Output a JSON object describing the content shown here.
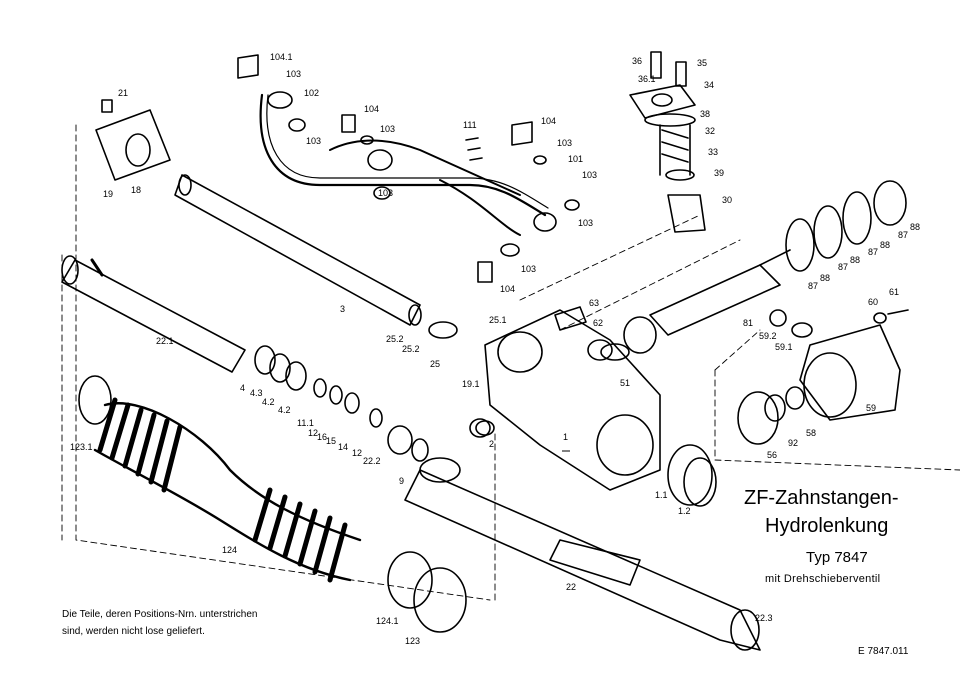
{
  "title": {
    "line1": "ZF-Zahnstangen-",
    "line2": "Hydrolenkung",
    "type": "Typ 7847",
    "subtitle": "mit Drehschieberventil"
  },
  "note": {
    "line1": "Die Teile, deren Positions-Nrn. unterstrichen",
    "line2": "sind, werden nicht lose geliefert."
  },
  "doc_number": "E  7847.011",
  "parts": [
    "104.1",
    "103",
    "102",
    "103",
    "104",
    "103",
    "103",
    "111",
    "104",
    "103",
    "101",
    "103",
    "103",
    "103",
    "104",
    "21",
    "19",
    "18",
    "3",
    "22.1",
    "4",
    "4.3",
    "4.2",
    "4.2",
    "11.1",
    "12",
    "16",
    "15",
    "14",
    "12",
    "22.2",
    "9",
    "25.2",
    "25.2",
    "25",
    "25.1",
    "19.1",
    "2",
    "1",
    "1.1",
    "1.2",
    "22",
    "22.3",
    "123.1",
    "124",
    "124.1",
    "123",
    "63",
    "62",
    "51",
    "81",
    "59.2",
    "59.1",
    "60",
    "61",
    "59",
    "56",
    "92",
    "58",
    "36",
    "35",
    "36.1",
    "34",
    "38",
    "32",
    "33",
    "39",
    "30",
    "87",
    "88",
    "87",
    "88",
    "87",
    "88",
    "87",
    "88"
  ]
}
